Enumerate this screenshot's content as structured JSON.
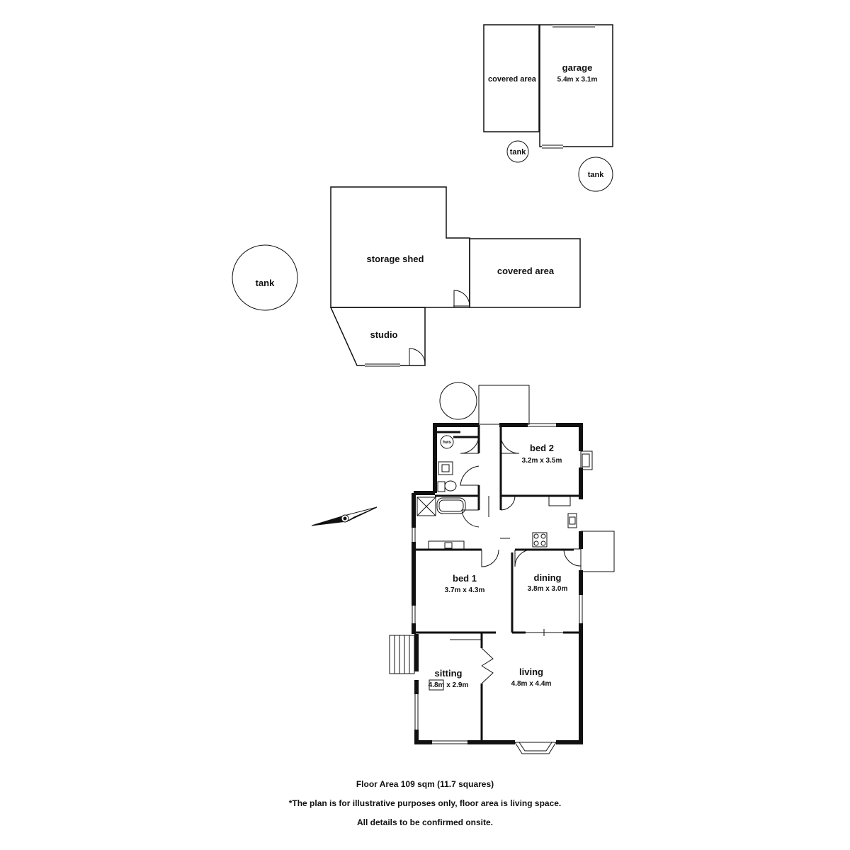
{
  "rooms": {
    "garage": {
      "name": "garage",
      "dims": "5.4m x 3.1m"
    },
    "covered_area_top": {
      "name": "covered area"
    },
    "tank_small_1": {
      "name": "tank"
    },
    "tank_small_2": {
      "name": "tank"
    },
    "storage_shed": {
      "name": "storage shed"
    },
    "covered_area_mid": {
      "name": "covered area"
    },
    "tank_large": {
      "name": "tank"
    },
    "studio": {
      "name": "studio"
    },
    "bed2": {
      "name": "bed 2",
      "dims": "3.2m x 3.5m"
    },
    "bed1": {
      "name": "bed 1",
      "dims": "3.7m x 4.3m"
    },
    "dining": {
      "name": "dining",
      "dims": "3.8m x 3.0m"
    },
    "sitting": {
      "name": "sitting",
      "dims": "4.8m x 2.9m"
    },
    "living": {
      "name": "living",
      "dims": "4.8m x 4.4m"
    },
    "hws": {
      "name": "hws"
    }
  },
  "footer": {
    "area": "Floor Area 109 sqm (11.7 squares)",
    "disclaimer": "*The plan is for illustrative purposes only, floor area is living space.",
    "confirm": "All details to be confirmed onsite."
  }
}
